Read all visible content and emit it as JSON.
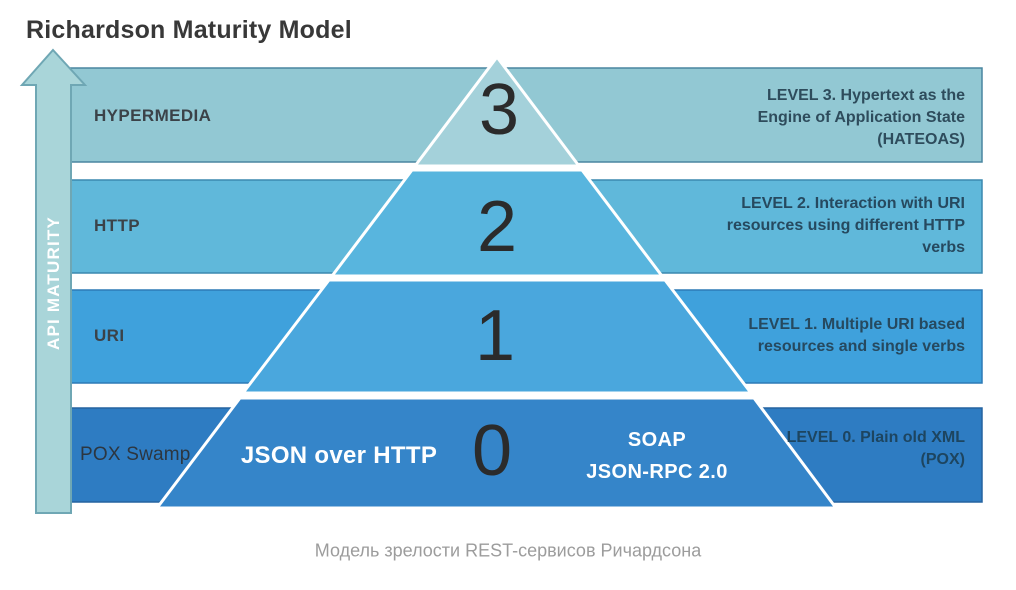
{
  "title": "Richardson Maturity Model",
  "caption": "Модель зрелости REST-сервисов Ричардсона",
  "axis_label": "API MATURITY",
  "colors": {
    "background": "#ffffff",
    "arrow_fill": "#a9d5d9",
    "arrow_stroke": "#6fa7b4",
    "pyramid_stroke": "#ffffff",
    "title_text": "#383838",
    "caption_text": "#9c9c9c"
  },
  "levels": [
    {
      "number": "3",
      "left_label": "HYPERMEDIA",
      "description": [
        "LEVEL 3. Hypertext as the",
        "Engine of Application State",
        "(HATEOAS)"
      ],
      "band_color": "#92c8d3",
      "band_border": "#4a86a0",
      "segment_color": "#a4d1da"
    },
    {
      "number": "2",
      "left_label": "HTTP",
      "description": [
        "LEVEL 2. Interaction with URI",
        "resources using different HTTP verbs"
      ],
      "band_color": "#60b8da",
      "band_border": "#3a89af",
      "segment_color": "#58b5de"
    },
    {
      "number": "1",
      "left_label": "URI",
      "description": [
        "LEVEL 1. Multiple URI based",
        "resources and single verbs"
      ],
      "band_color": "#3fa1dc",
      "band_border": "#2d7ab6",
      "segment_color": "#4aa7dd"
    },
    {
      "number": "0",
      "left_label": "POX Swamp",
      "description": [
        "LEVEL 0. Plain old XML",
        "(POX)"
      ],
      "band_color": "#2e7cc2",
      "band_border": "#2563a0",
      "segment_color": "#3585c9",
      "examples_left": "JSON over HTTP",
      "examples_right": [
        "SOAP",
        "JSON-RPC 2.0"
      ]
    }
  ]
}
